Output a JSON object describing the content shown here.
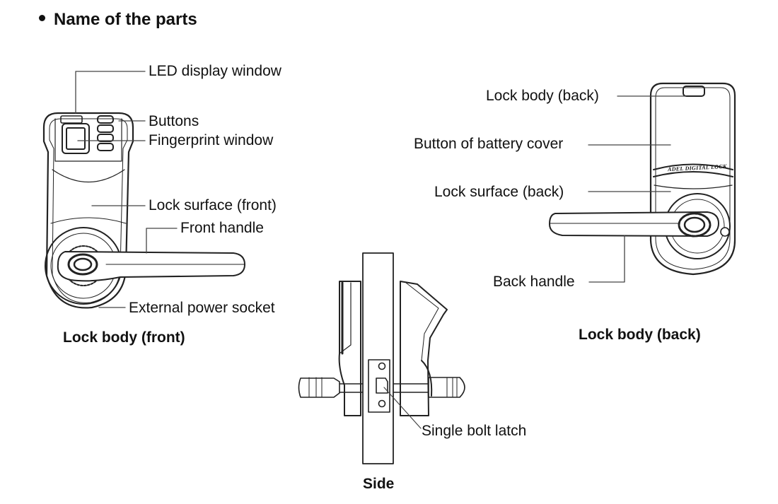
{
  "section": {
    "title": "Name of the parts"
  },
  "front_view": {
    "caption": "Lock body (front)",
    "labels": {
      "led_display_window": "LED display window",
      "buttons": "Buttons",
      "fingerprint_window": "Fingerprint window",
      "lock_surface_front": "Lock surface (front)",
      "front_handle": "Front handle",
      "external_power_socket": "External power socket"
    }
  },
  "back_view": {
    "caption": "Lock body (back)",
    "engraving": "ADEL DIGITAL LOCK",
    "labels": {
      "lock_body_back": "Lock body (back)",
      "button_of_battery_cover": "Button of battery cover",
      "lock_surface_back": "Lock surface (back)",
      "back_handle": "Back handle"
    }
  },
  "side_view": {
    "caption": "Side",
    "labels": {
      "single_bolt_latch": "Single bolt latch"
    }
  }
}
